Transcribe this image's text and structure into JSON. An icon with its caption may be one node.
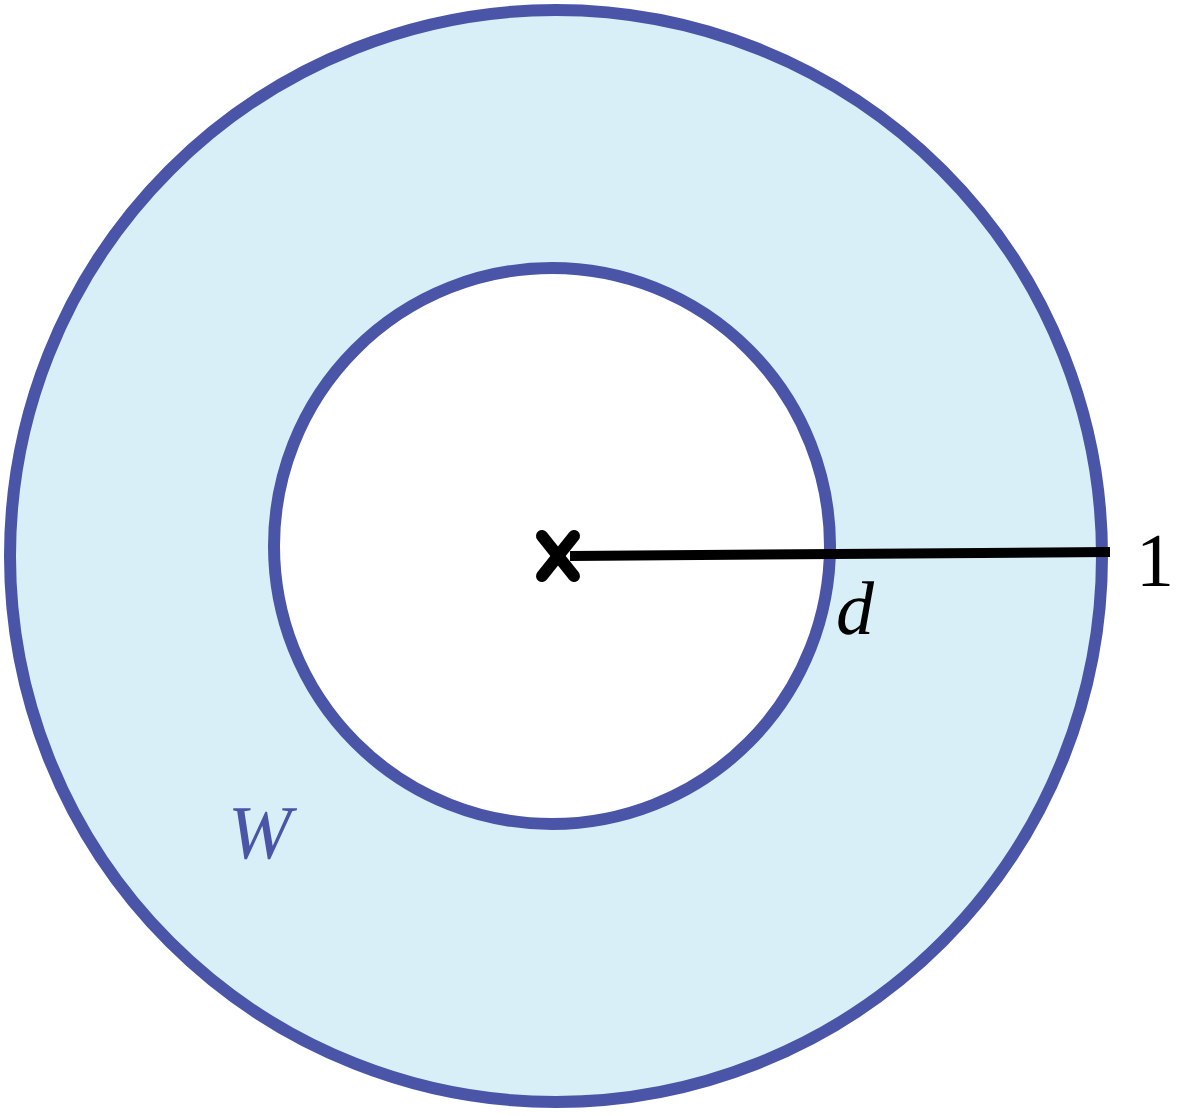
{
  "diagram": {
    "labels": [
      "1",
      "d",
      "W"
    ]
  }
}
